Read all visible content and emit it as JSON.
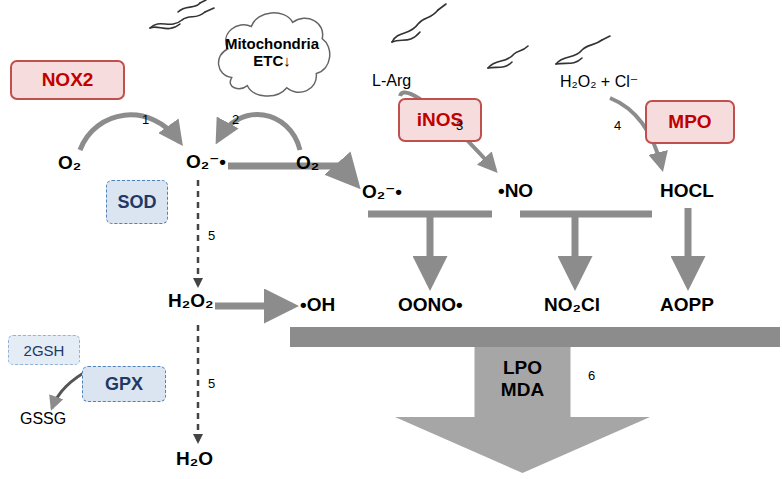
{
  "diagram": {
    "nodes": [
      {
        "text": [
          "NOX2"
        ]
      },
      {
        "text": [
          "Mitochondria ETC↓"
        ]
      },
      {
        "text": [
          "iNOS"
        ]
      },
      {
        "text": [
          "MPO"
        ]
      },
      {
        "text": [
          "SOD"
        ]
      },
      {
        "text": [
          "2GSH"
        ]
      },
      {
        "text": [
          "GPX"
        ]
      },
      {
        "text": [
          "LPO MDA"
        ]
      }
    ],
    "labels": [
      "O₂",
      "O₂⁻•",
      "O₂",
      "1",
      "2",
      "5",
      "H₂O₂",
      "5",
      "H₂O",
      "GSSG",
      "L-Arg",
      "H₂O₂ + Cl⁻",
      "3",
      "4",
      "O₂⁻•",
      "•NO",
      "HOCL",
      "•OH",
      "OONO•",
      "NO₂Cl",
      "AOPP",
      "6"
    ]
  }
}
